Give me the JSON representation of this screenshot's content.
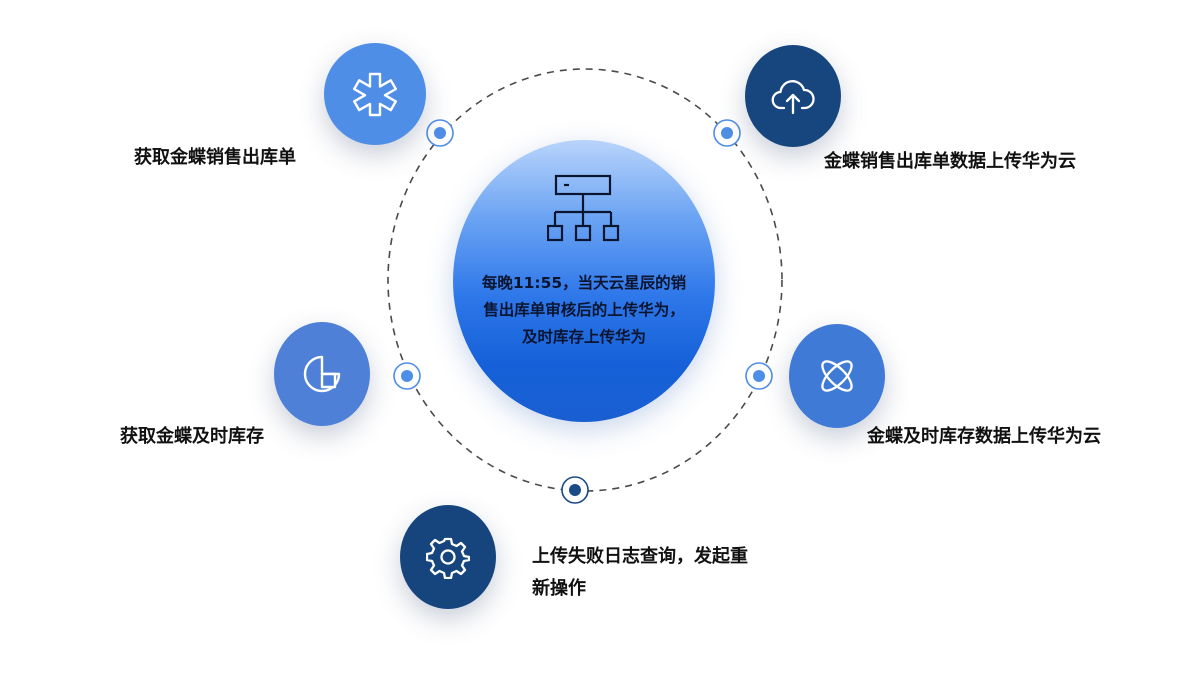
{
  "center": {
    "text": "每晚11:55，当天云星辰的销\n售出库单审核后的上传华为，\n及时库存上传华为",
    "icon": "network-hierarchy-icon"
  },
  "nodes": [
    {
      "id": "fetch-sales",
      "label": "获取金蝶销售出库单",
      "icon": "asterisk-icon",
      "color": "#4f8ee6"
    },
    {
      "id": "upload-sales",
      "label": "金蝶销售出库单数据上传华为云",
      "icon": "cloud-upload-icon",
      "color": "#17467f"
    },
    {
      "id": "fetch-inventory",
      "label": "获取金蝶及时库存",
      "icon": "chart-shape-icon",
      "color": "#4d80d6"
    },
    {
      "id": "upload-inventory",
      "label": "金蝶及时库存数据上传华为云",
      "icon": "atom-icon",
      "color": "#3f7bd6"
    },
    {
      "id": "failure-log",
      "label": "上传失败日志查询，发起重\n新操作",
      "icon": "gear-icon",
      "color": "#16457e"
    }
  ],
  "colors": {
    "ring_stroke": "#4a4a4a",
    "connector_light": "#4f8ee6",
    "connector_dark": "#1a4b86"
  }
}
